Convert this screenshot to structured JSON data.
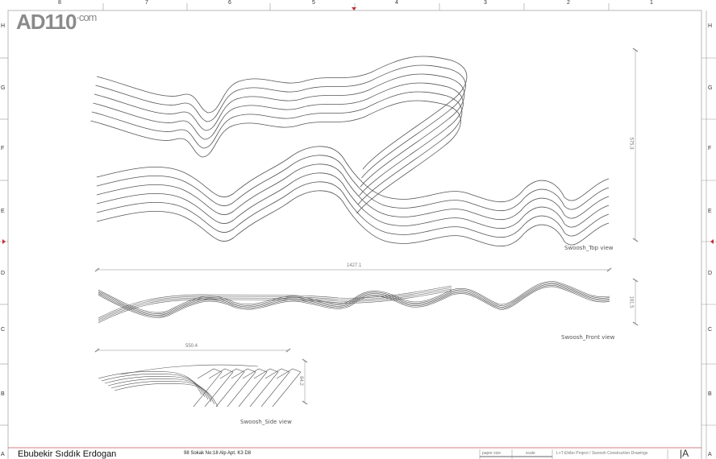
{
  "logo": {
    "main": "AD110",
    "suffix": "·com"
  },
  "grid": {
    "columns": [
      "8",
      "7",
      "6",
      "5",
      "4",
      "3",
      "2",
      "1"
    ],
    "rows": [
      "H",
      "G",
      "F",
      "E",
      "D",
      "C",
      "B",
      "A"
    ]
  },
  "views": {
    "top": {
      "label": "Swoosh_Top view",
      "height_dim": "575.3"
    },
    "front": {
      "label": "Swoosh_Front view",
      "width_dim": "1427.1",
      "height_dim": "191.5"
    },
    "side": {
      "label": "Swoosh_Side view",
      "width_dim": "550.4",
      "height_dim": "84.2"
    }
  },
  "title_block": {
    "author": "Ebubekir Sıddık Erdogan",
    "address": "98 Sokak  No:18  Alp Apt. K3 D8",
    "paper_size_label": "paper size",
    "scale_label": "scale",
    "project": "L+T Ehibo Project / Swoosh Construction Drawings",
    "sheet": "A"
  },
  "colors": {
    "frame": "#c0505a",
    "line": "#444444"
  }
}
